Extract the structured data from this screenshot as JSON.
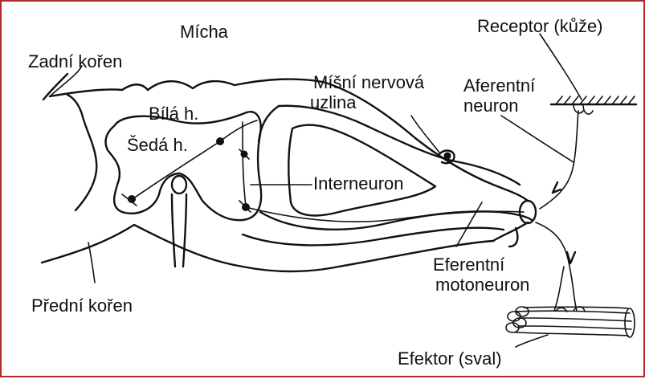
{
  "labels": {
    "micha": "Mícha",
    "zadni_koren": "Zadní kořen",
    "bila_hmota": "Bílá h.",
    "seda_hmota": "Šedá h.",
    "misni_uzlina_line1": "Míšní nervová",
    "misni_uzlina_line2": "uzlina",
    "receptor": "Receptor (kůže)",
    "aferentni_line1": "Aferentní",
    "aferentni_line2": "neuron",
    "interneuron": "Interneuron",
    "eferentni_line1": "Eferentní",
    "eferentni_line2": "motoneuron",
    "predni_koren": "Přední kořen",
    "efektor": "Efektor (sval)"
  },
  "colors": {
    "frame": "#b02a2a",
    "ink": "#111111",
    "background": "#ffffff"
  }
}
